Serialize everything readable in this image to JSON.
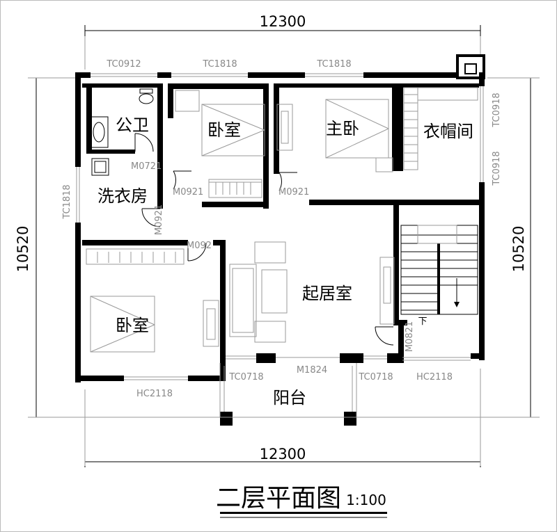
{
  "dimensions": {
    "top": "12300",
    "bottom": "12300",
    "left": "10520",
    "right": "10520"
  },
  "rooms": {
    "public_bath": "公卫",
    "laundry": "洗衣房",
    "bedroom_top": "卧室",
    "master_bedroom": "主卧",
    "cloakroom": "衣帽间",
    "living_room": "起居室",
    "bedroom_bottom": "卧室",
    "balcony": "阳台"
  },
  "labels": {
    "tc0912": "TC0912",
    "tc1818_a": "TC1818",
    "tc1818_b": "TC1818",
    "tc1818_left": "TC1818",
    "tc0918_a": "TC0918",
    "tc0918_b": "TC0918",
    "m0721": "M0721",
    "m0921_a": "M0921",
    "m0921_b": "M0921",
    "m0921_c": "M0921",
    "m0921_d": "M092",
    "m0821": "M0821",
    "m1824": "M1824",
    "tc0718_a": "TC0718",
    "tc0718_b": "TC0718",
    "hc2118_a": "HC2118",
    "hc2118_b": "HC2118",
    "stair_down": "下"
  },
  "title": {
    "text": "二层平面图",
    "scale": "1:100"
  }
}
